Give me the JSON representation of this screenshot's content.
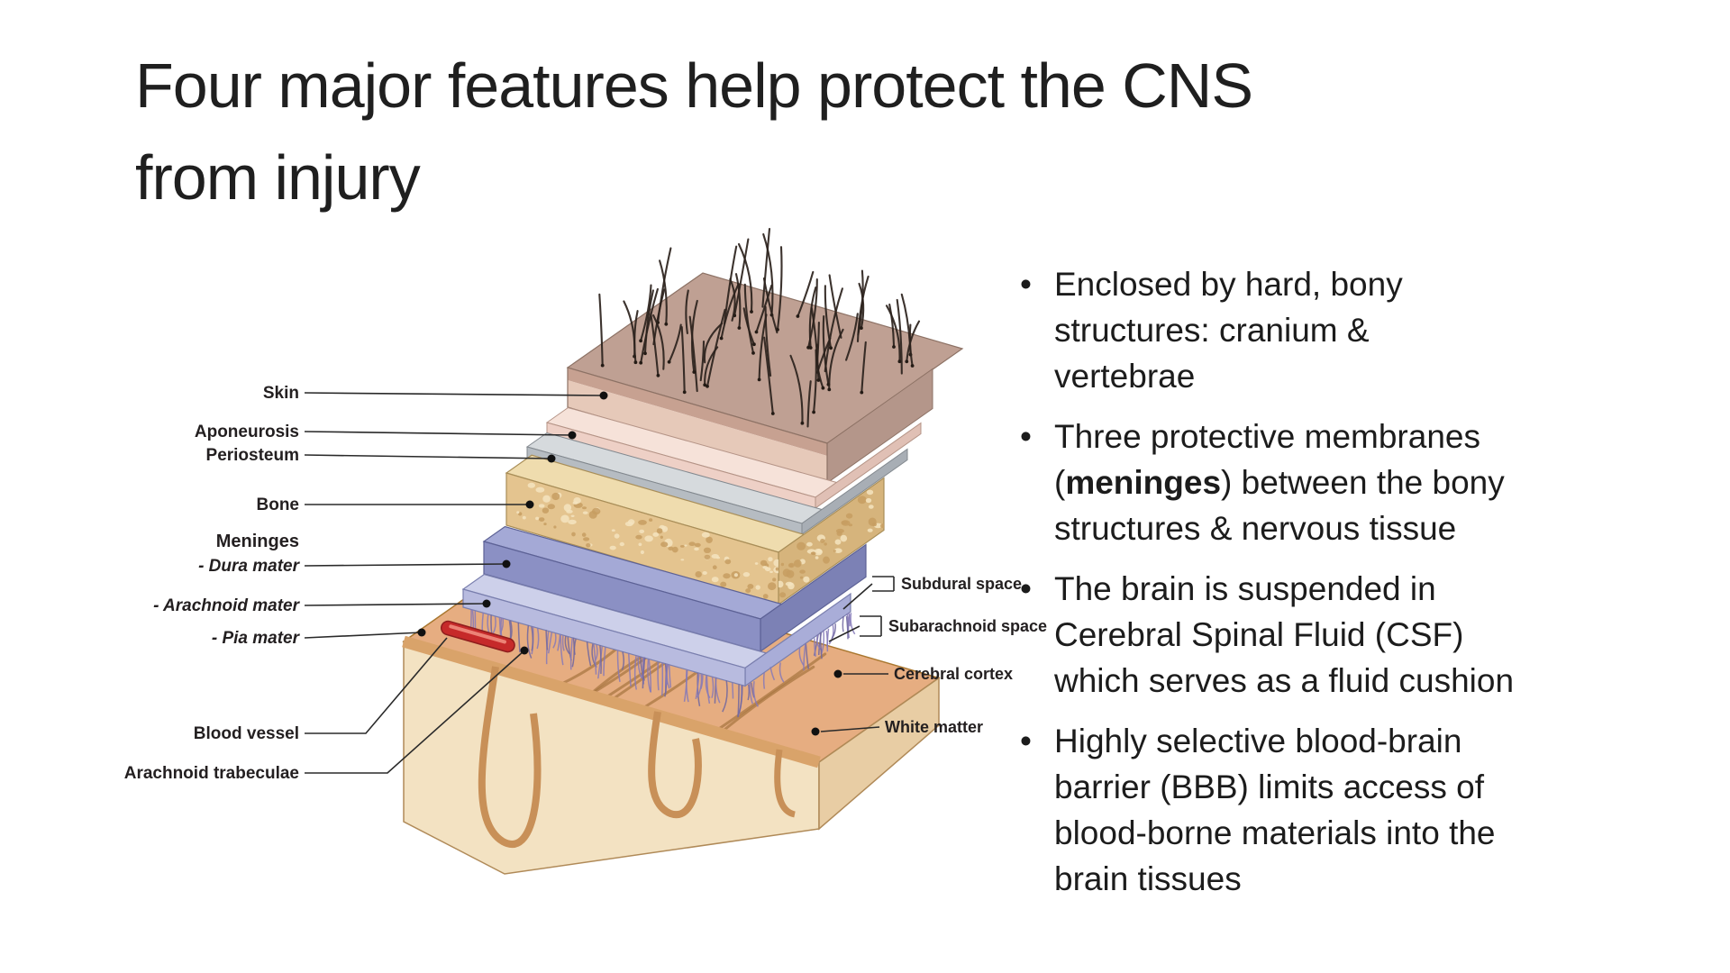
{
  "slide": {
    "title": {
      "lines": [
        "Four major features help protect the CNS",
        "from injury"
      ]
    },
    "bullets": {
      "marker": "•",
      "items": [
        {
          "lines": [
            {
              "pre": "Enclosed by hard, bony",
              "bold": "",
              "post": ""
            },
            {
              "pre": "structures: cranium &",
              "bold": "",
              "post": ""
            },
            {
              "pre": "vertebrae",
              "bold": "",
              "post": ""
            }
          ]
        },
        {
          "lines": [
            {
              "pre": "Three protective membranes",
              "bold": "",
              "post": ""
            },
            {
              "pre": "(",
              "bold": "meninges",
              "post": ") between the bony"
            },
            {
              "pre": "structures & nervous tissue",
              "bold": "",
              "post": ""
            }
          ]
        },
        {
          "lines": [
            {
              "pre": "The brain is suspended in",
              "bold": "",
              "post": ""
            },
            {
              "pre": "Cerebral Spinal Fluid (CSF)",
              "bold": "",
              "post": ""
            },
            {
              "pre": "which serves as a fluid cushion",
              "bold": "",
              "post": ""
            }
          ]
        },
        {
          "lines": [
            {
              "pre": "Highly selective blood-brain",
              "bold": "",
              "post": ""
            },
            {
              "pre": "barrier (BBB) limits access of",
              "bold": "",
              "post": ""
            },
            {
              "pre": "blood-borne materials into the",
              "bold": "",
              "post": ""
            },
            {
              "pre": "brain tissues",
              "bold": "",
              "post": ""
            }
          ]
        }
      ]
    },
    "figure": {
      "left_labels": {
        "skin": "Skin",
        "aponeurosis": "Aponeurosis",
        "periosteum": "Periosteum",
        "bone": "Bone",
        "meninges": "Meninges",
        "dura": "- Dura mater",
        "arachnoid": "- Arachnoid mater",
        "pia": "- Pia mater",
        "blood_vessel": "Blood vessel",
        "trabeculae": "Arachnoid trabeculae"
      },
      "right_labels": {
        "subdural": "Subdural space",
        "subarachnoid": "Subarachnoid space",
        "cortex": "Cerebral cortex",
        "white_matter": "White matter"
      },
      "colors": {
        "skin_top": "#bfa093",
        "skin_front": "#e6c9b9",
        "hair": "#2b221c",
        "aponeurosis": "#eed0c6",
        "periosteum": "#b6bcc2",
        "bone": "#e4c48f",
        "dura": "#8b90c4",
        "arachnoid": "#b8bbdf",
        "trabeculae": "#8579b8",
        "cortex_surface": "#e6ad81",
        "white_matter": "#f3e2c2",
        "blood_vessel": "#c62a2a"
      }
    }
  }
}
